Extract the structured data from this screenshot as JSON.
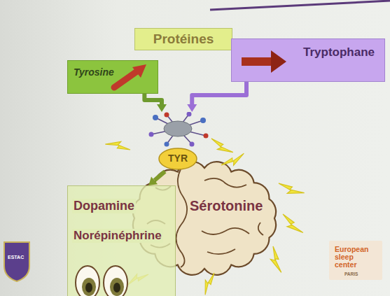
{
  "diagram": {
    "nodes": [
      {
        "text": [
          "Protéines"
        ]
      },
      {
        "text": [
          "Tyrosine"
        ]
      },
      {
        "text": [
          "Tryptophane"
        ]
      },
      {
        "text": [
          "TYR"
        ]
      },
      {
        "text": [
          "Dopamine",
          "Norépinéphrine"
        ]
      }
    ],
    "edges": [
      {
        "from": 1,
        "to": 3,
        "arrow": "to"
      },
      {
        "from": 2,
        "to": 3,
        "arrow": "to"
      },
      {
        "from": 3,
        "to": 4,
        "arrow": "to"
      }
    ],
    "labels": [
      "Sérotonine",
      "ESTAC",
      "European sleep center",
      "PARIS"
    ]
  }
}
